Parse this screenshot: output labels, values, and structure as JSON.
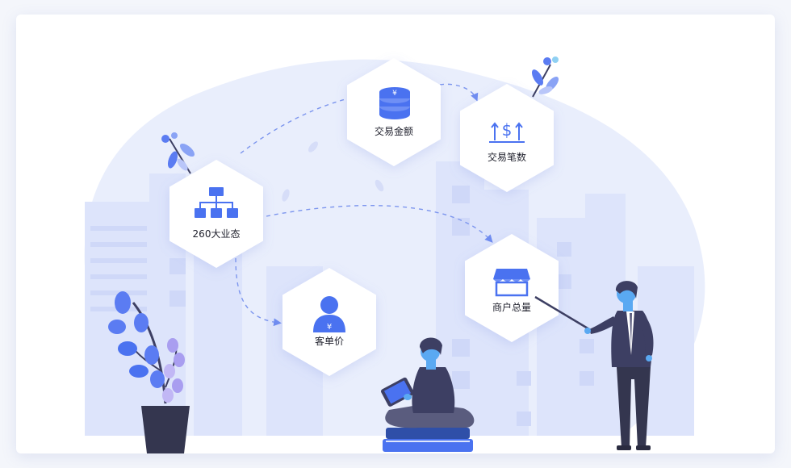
{
  "nodes": {
    "business_formats": {
      "label": "260大业态",
      "icon": "org-chart-icon"
    },
    "transaction_amount": {
      "label": "交易金额",
      "icon": "coin-stack-icon"
    },
    "transaction_count": {
      "label": "交易笔数",
      "icon": "dollar-growth-icon"
    },
    "avg_order_value": {
      "label": "客单价",
      "icon": "user-yuan-icon"
    },
    "merchant_total": {
      "label": "商户总量",
      "icon": "storefront-icon"
    }
  },
  "colors": {
    "accent": "#5b7cf2",
    "blob": "#e9eefc",
    "building": "#dfe6fb",
    "hexagon": "#ffffff",
    "suit": "#3d3f63",
    "skin": "#5aa9f2"
  }
}
